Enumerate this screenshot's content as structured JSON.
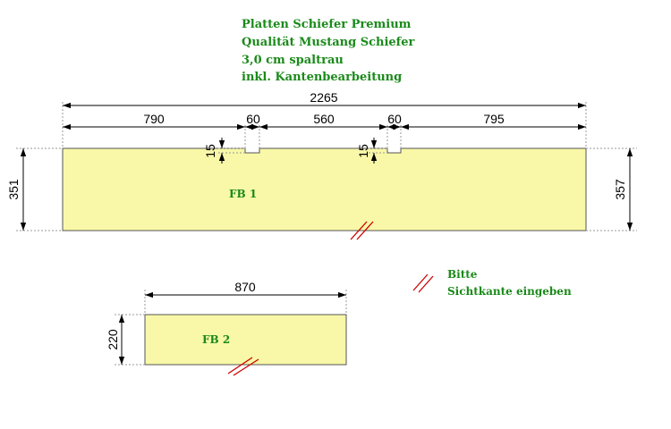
{
  "header": {
    "line1": "Platten Schiefer Premium",
    "line2": "Qualität Mustang Schiefer",
    "line3": "3,0 cm spaltrau",
    "line4": "inkl. Kantenbearbeitung"
  },
  "fb1": {
    "label": "FB 1",
    "overall_width": "2265",
    "seg_left": "790",
    "cutout_left_width": "60",
    "seg_middle": "560",
    "cutout_right_width": "60",
    "seg_right": "795",
    "cutout_left_depth": "15",
    "cutout_right_depth": "15",
    "height_left": "351",
    "height_right": "357"
  },
  "fb2": {
    "label": "FB 2",
    "width": "870",
    "height": "220"
  },
  "legend": {
    "line1": "Bitte",
    "line2": "Sichtkante eingeben"
  },
  "colors": {
    "panel_fill": "#f8f8a8",
    "panel_stroke": "#555555",
    "header_text": "#1a8a1a",
    "edge_mark": "#cc0000"
  }
}
